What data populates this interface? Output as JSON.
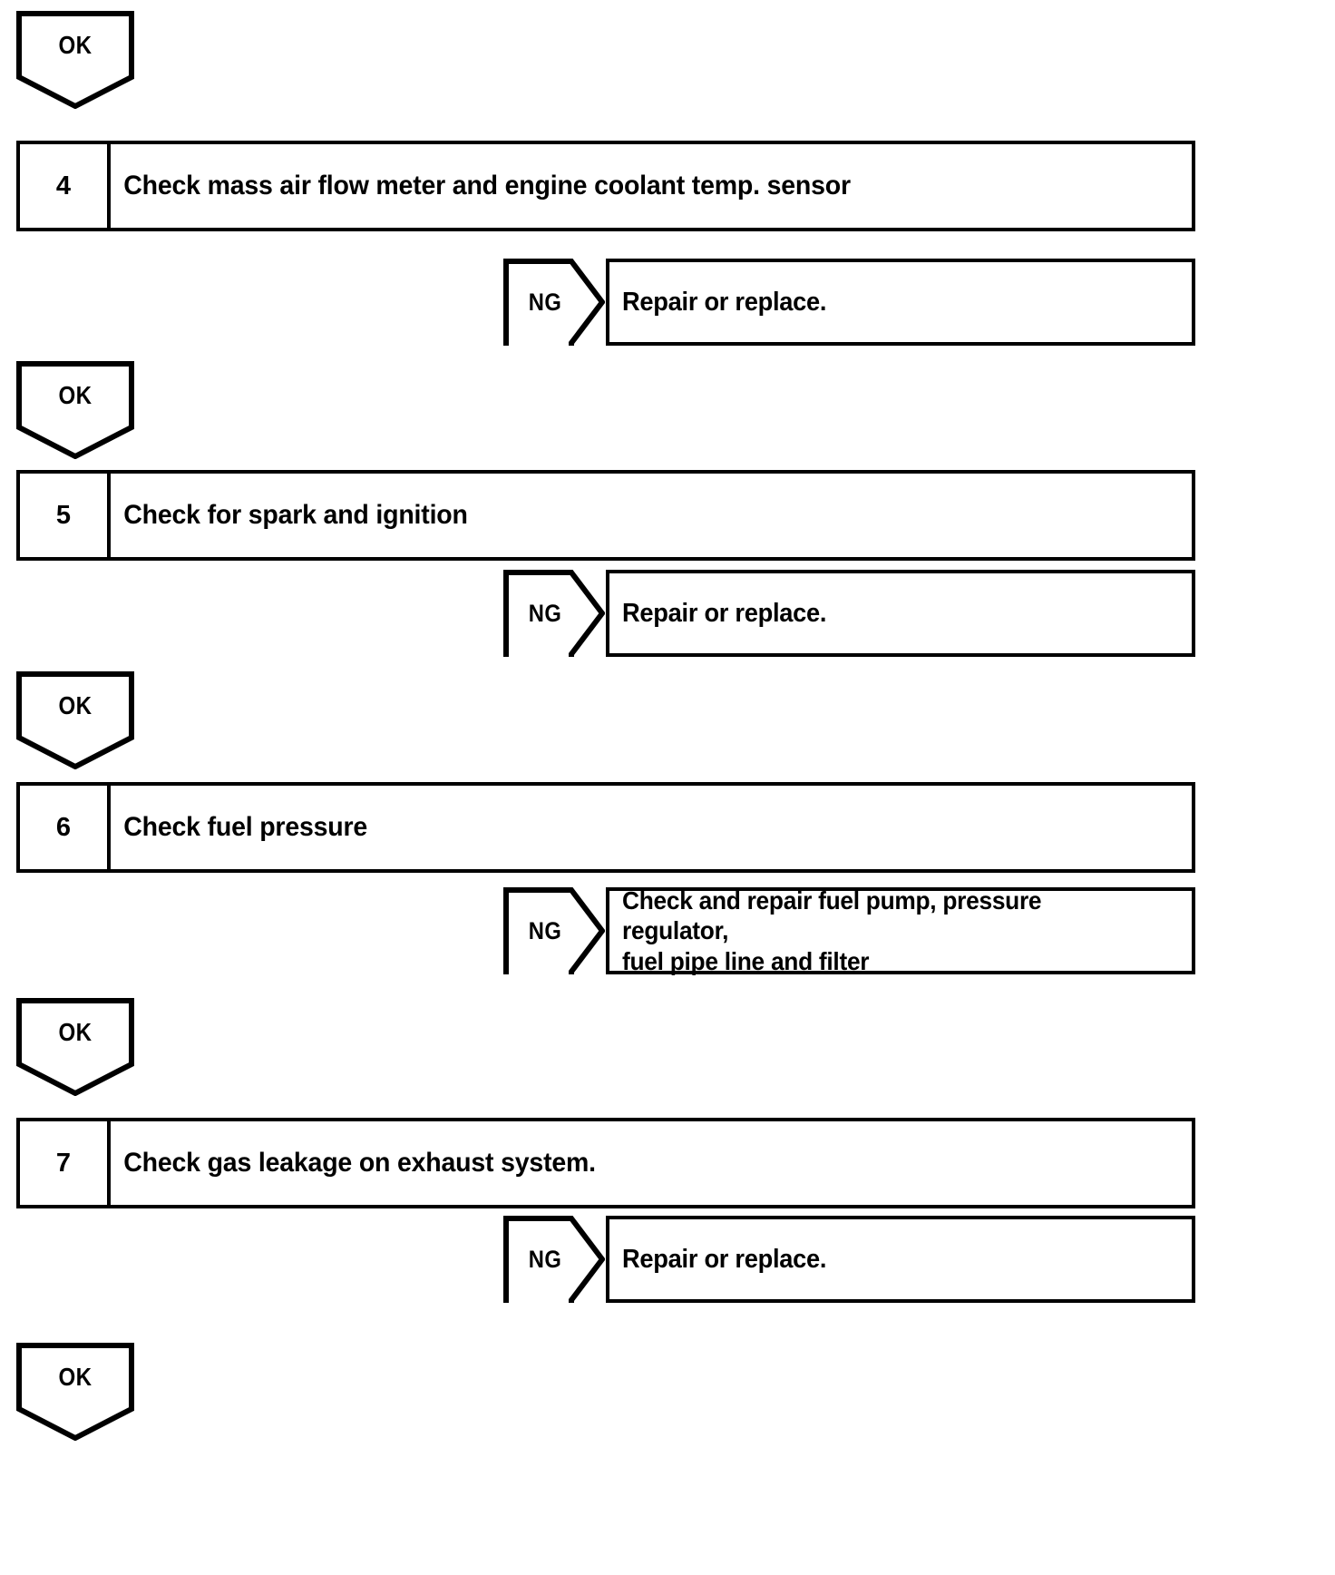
{
  "diagram": {
    "type": "troubleshooting-flowchart",
    "title": "Engine diagnostic step flow (steps 4-7)",
    "ok_label": "OK",
    "ng_label": "NG",
    "line_color": "#000000",
    "background_color": "#ffffff"
  },
  "nodes": [
    {
      "kind": "ok-pentagon",
      "label": "OK"
    },
    {
      "kind": "step",
      "number": "4",
      "title": "Check mass air flow meter and engine coolant temp. sensor"
    },
    {
      "kind": "ng-branch",
      "condition": "NG",
      "result": "Repair or replace."
    },
    {
      "kind": "ok-pentagon",
      "label": "OK"
    },
    {
      "kind": "step",
      "number": "5",
      "title": "Check for spark and ignition"
    },
    {
      "kind": "ng-branch",
      "condition": "NG",
      "result": "Repair or replace."
    },
    {
      "kind": "ok-pentagon",
      "label": "OK"
    },
    {
      "kind": "step",
      "number": "6",
      "title": "Check fuel pressure"
    },
    {
      "kind": "ng-branch",
      "condition": "NG",
      "result": "Check and repair fuel pump, pressure regulator,\nfuel pipe line and filter"
    },
    {
      "kind": "ok-pentagon",
      "label": "OK"
    },
    {
      "kind": "step",
      "number": "7",
      "title": "Check gas leakage on exhaust system."
    },
    {
      "kind": "ng-branch",
      "condition": "NG",
      "result": "Repair or replace."
    },
    {
      "kind": "ok-pentagon",
      "label": "OK"
    }
  ],
  "ok_nodes": {
    "n0": {
      "label": "OK"
    },
    "n1": {
      "label": "OK"
    },
    "n2": {
      "label": "OK"
    },
    "n3": {
      "label": "OK"
    },
    "n4": {
      "label": "OK"
    }
  },
  "steps": {
    "s4": {
      "number": "4",
      "title": "Check mass air flow meter and engine coolant temp. sensor"
    },
    "s5": {
      "number": "5",
      "title": "Check for spark and ignition"
    },
    "s6": {
      "number": "6",
      "title": "Check fuel pressure"
    },
    "s7": {
      "number": "7",
      "title": "Check gas leakage on exhaust system."
    }
  },
  "branches": {
    "b4": {
      "condition": "NG",
      "result": "Repair or replace."
    },
    "b5": {
      "condition": "NG",
      "result": "Repair or replace."
    },
    "b6": {
      "condition": "NG",
      "result": "Check and repair fuel pump, pressure regulator,\nfuel pipe line and filter"
    },
    "b7": {
      "condition": "NG",
      "result": "Repair or replace."
    }
  }
}
